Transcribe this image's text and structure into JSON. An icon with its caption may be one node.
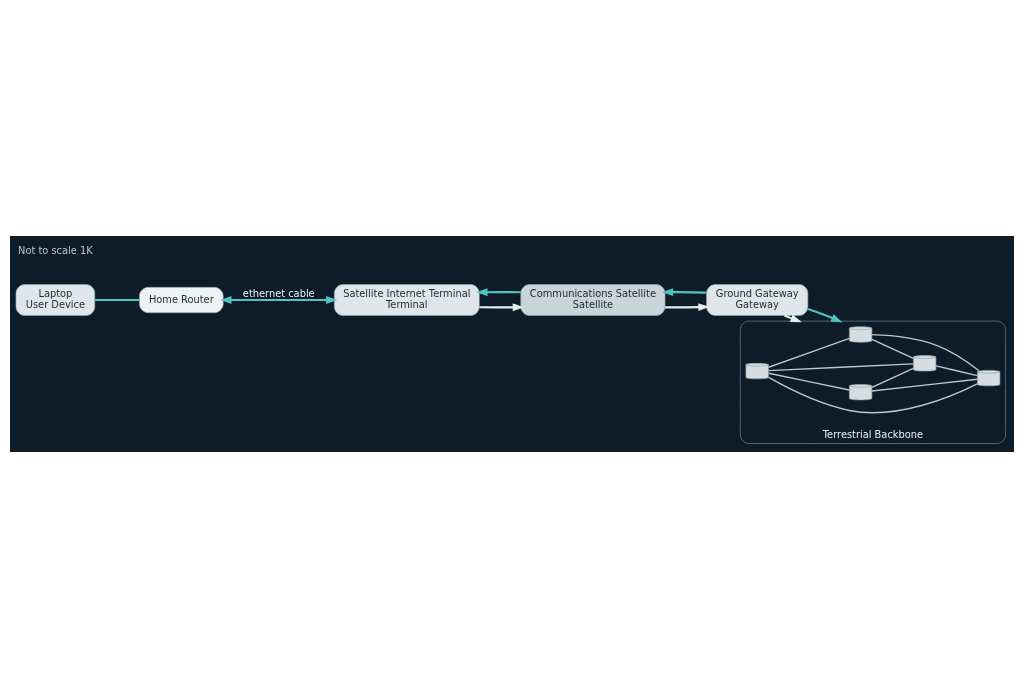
{
  "diagram": {
    "nodes": [
      {
        "text": [
          "Laptop",
          "User Device"
        ]
      },
      {
        "text": [
          "Home Router"
        ]
      },
      {
        "text": [
          "Satellite Internet Terminal",
          "Terminal"
        ]
      },
      {
        "text": [
          "Communications Satellite",
          "Satellite"
        ]
      },
      {
        "text": [
          "Ground Gateway",
          "Gateway"
        ]
      },
      {
        "text": [
          "Terrestrial Backbone"
        ]
      },
      {
        "text": [],
        "shape": "cylinder",
        "in": 5
      },
      {
        "text": [],
        "shape": "cylinder",
        "in": 5
      },
      {
        "text": [],
        "shape": "cylinder",
        "in": 5
      },
      {
        "text": [],
        "shape": "cylinder",
        "in": 5
      },
      {
        "text": [],
        "shape": "cylinder",
        "in": 5
      }
    ],
    "edges": [
      {
        "from": 2,
        "to": 3,
        "arrow": "to",
        "color": "#e3eef1"
      },
      {
        "from": 3,
        "to": 2,
        "arrow": "to",
        "color": "#4fc4c4"
      },
      {
        "from": 3,
        "to": 4,
        "arrow": "to",
        "color": "#e3eef1"
      },
      {
        "from": 4,
        "to": 3,
        "arrow": "to",
        "color": "#4fc4c4"
      },
      {
        "from": 1,
        "to": 2,
        "arrow": "both",
        "label": "ethernet cable",
        "color": "#4fc4c4"
      },
      {
        "from": 0,
        "to": 1,
        "arrow": "none",
        "color": "#4fc4c4"
      },
      {
        "from": 4,
        "to": 5,
        "arrow": "to",
        "color": "#e3eef1"
      },
      {
        "from": 4,
        "to": 5,
        "arrow": "to",
        "color": "#4fc4c4"
      },
      {
        "from": 7,
        "to": 9,
        "arrow": "none"
      },
      {
        "from": 7,
        "to": 6,
        "arrow": "none"
      },
      {
        "from": 7,
        "to": 8,
        "arrow": "none"
      },
      {
        "from": 7,
        "to": 10,
        "arrow": "none"
      },
      {
        "from": 9,
        "to": 10,
        "arrow": "none"
      },
      {
        "from": 9,
        "to": 8,
        "arrow": "none"
      },
      {
        "from": 6,
        "to": 10,
        "arrow": "none"
      },
      {
        "from": 6,
        "to": 8,
        "arrow": "none"
      },
      {
        "from": 8,
        "to": 10,
        "arrow": "none"
      }
    ],
    "labels": [
      "Not to scale 1K"
    ]
  }
}
